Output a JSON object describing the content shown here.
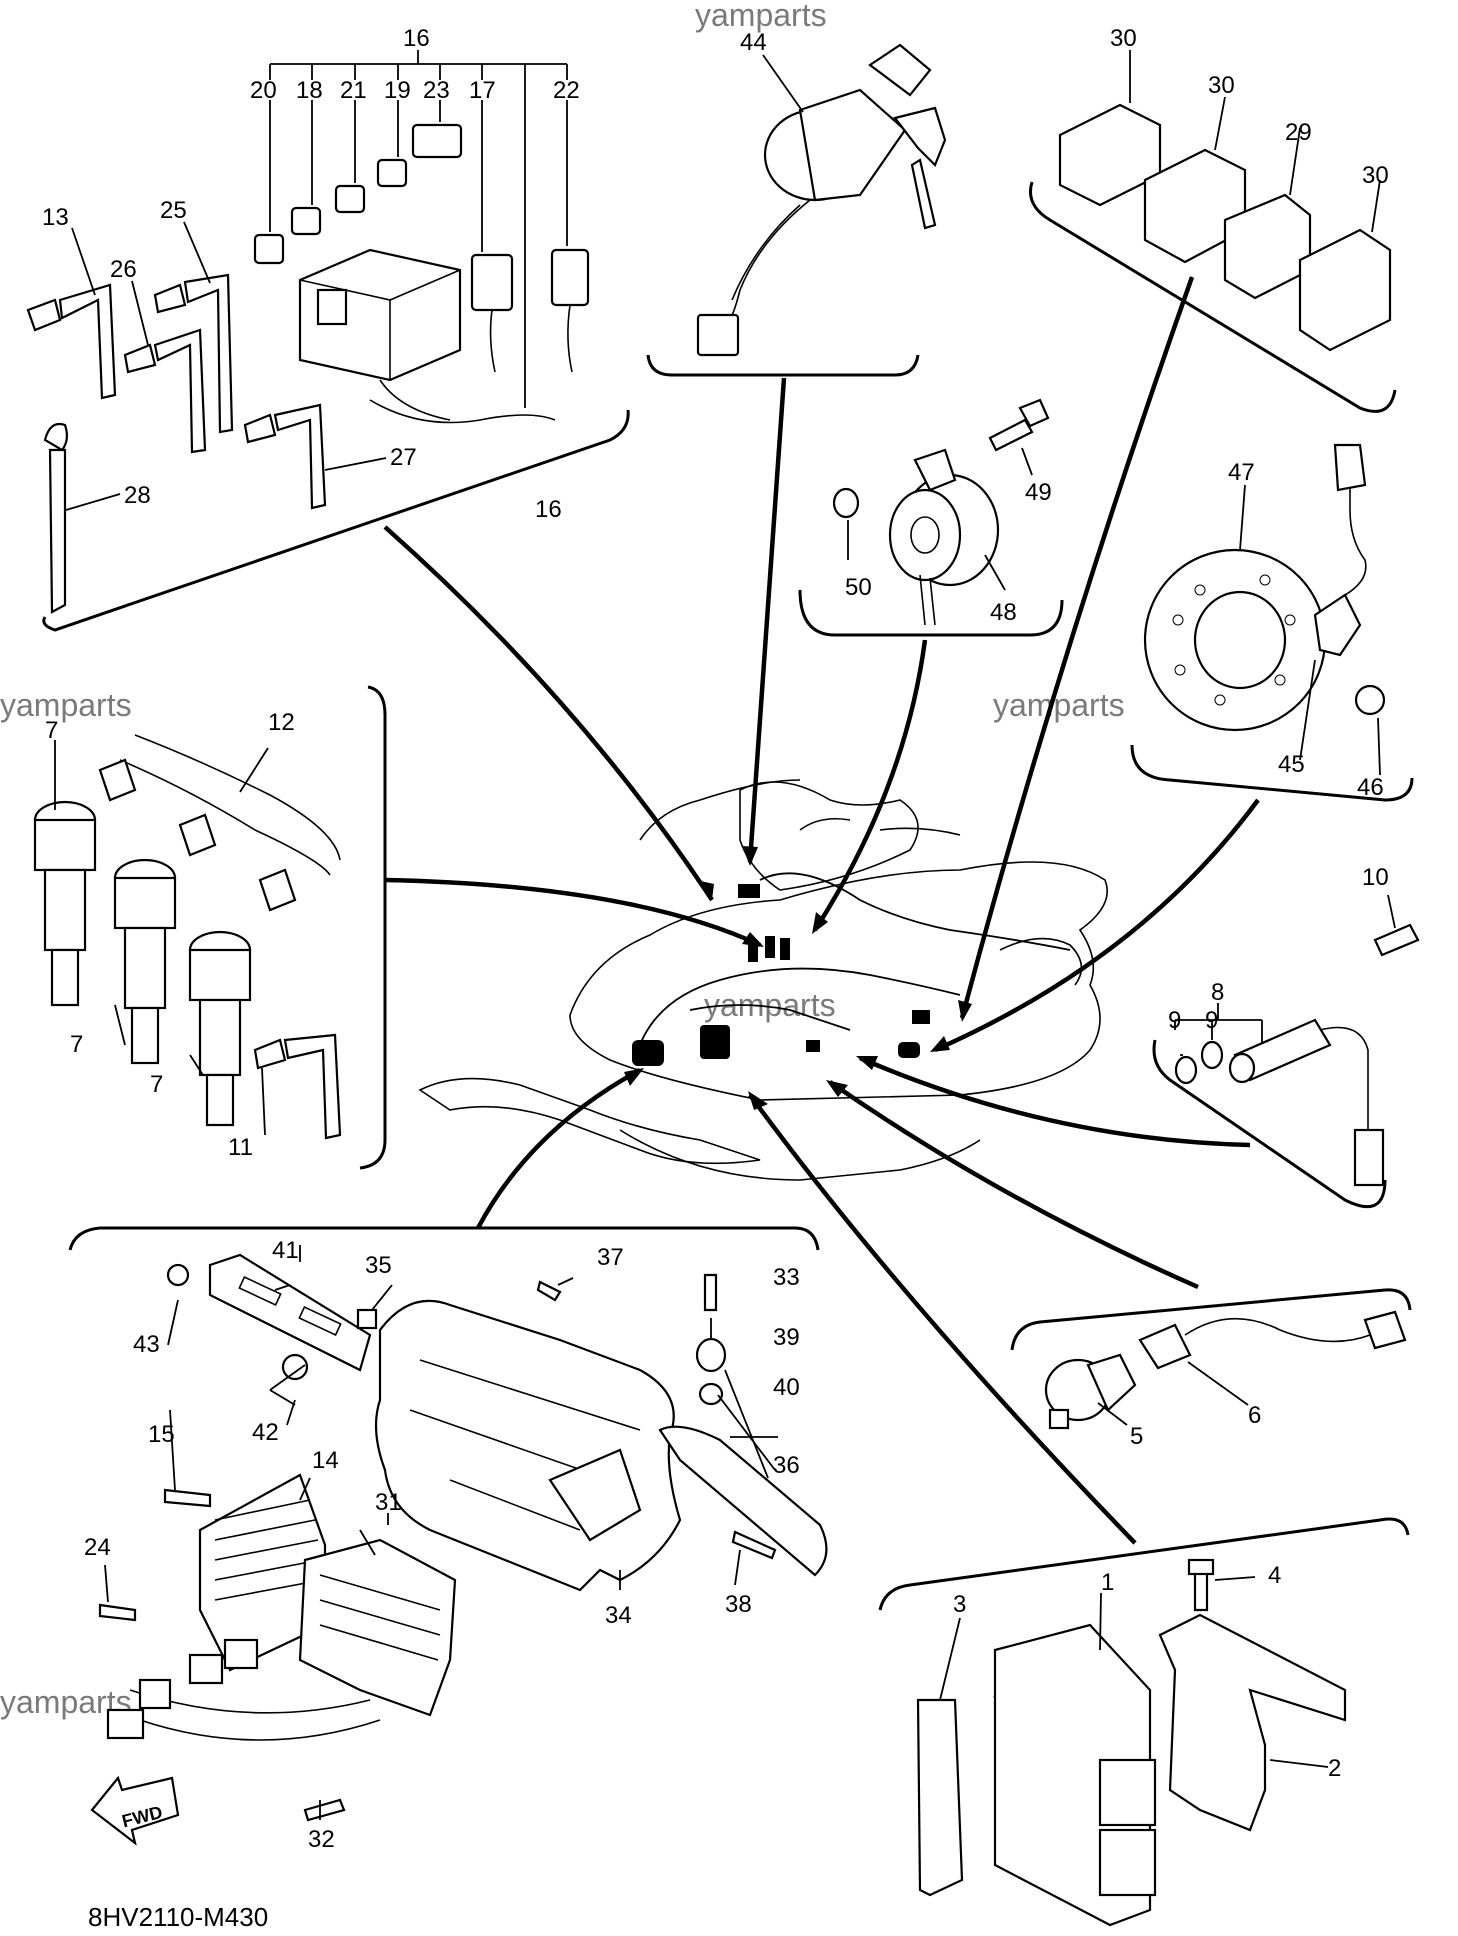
{
  "diagram": {
    "code": "8HV2110-M430",
    "fwd_label": "FWD",
    "watermark": "yamparts",
    "callouts": {
      "c1": "1",
      "c2": "2",
      "c3": "3",
      "c4": "4",
      "c5": "5",
      "c6": "6",
      "c7a": "7",
      "c7b": "7",
      "c7c": "7",
      "c8": "8",
      "c9a": "9",
      "c9b": "9",
      "c10": "10",
      "c11": "11",
      "c12": "12",
      "c13": "13",
      "c14": "14",
      "c15": "15",
      "c16a": "16",
      "c16b": "16",
      "c17": "17",
      "c18": "18",
      "c19": "19",
      "c20": "20",
      "c21": "21",
      "c22": "22",
      "c23": "23",
      "c24": "24",
      "c25": "25",
      "c26": "26",
      "c27": "27",
      "c28": "28",
      "c29": "29",
      "c30a": "30",
      "c30b": "30",
      "c30c": "30",
      "c31": "31",
      "c32": "32",
      "c33": "33",
      "c34": "34",
      "c35": "35",
      "c36": "36",
      "c37": "37",
      "c38": "38",
      "c39": "39",
      "c40": "40",
      "c41": "41",
      "c42": "42",
      "c43": "43",
      "c44": "44",
      "c45": "45",
      "c46": "46",
      "c47": "47",
      "c48": "48",
      "c49": "49",
      "c50": "50"
    }
  }
}
